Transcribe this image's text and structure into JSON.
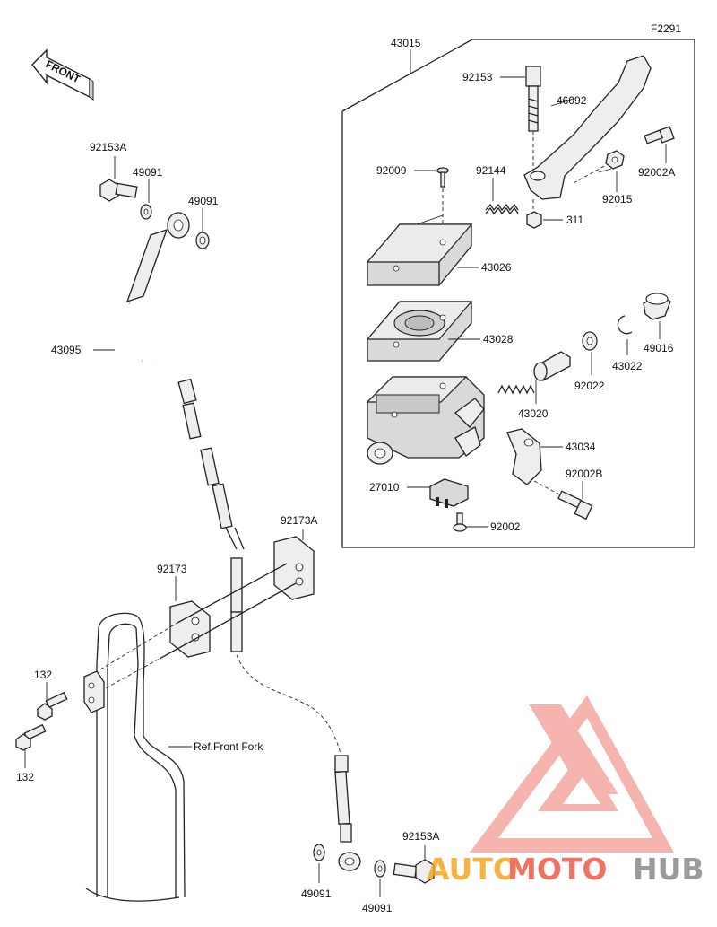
{
  "figure_code": "F2291",
  "front_arrow_label": "FRONT",
  "ref_label": "Ref.Front Fork",
  "part_labels": {
    "p43015": "43015",
    "p92153": "92153",
    "p46092": "46092",
    "p92009": "92009",
    "p92144": "92144",
    "p92002A": "92002A",
    "p92015": "92015",
    "p311": "311",
    "p43026": "43026",
    "p43028": "43028",
    "p49016": "49016",
    "p92022": "92022",
    "p43022": "43022",
    "p43020": "43020",
    "p43034": "43034",
    "p92002B": "92002B",
    "p27010": "27010",
    "p92002": "92002",
    "p92153A_top": "92153A",
    "p49091_a": "49091",
    "p49091_b": "49091",
    "p43095": "43095",
    "p92173A": "92173A",
    "p92173": "92173",
    "p132_a": "132",
    "p132_b": "132",
    "p92153A_bottom": "92153A",
    "p49091_c": "49091",
    "p49091_d": "49091"
  },
  "watermark": {
    "text_auto": "AUTO",
    "text_moto": "MOTO",
    "text_hub": "HUB",
    "color_red": "#ee5a4a",
    "color_orange": "#f5a623",
    "color_gray": "#8a8a8a"
  }
}
